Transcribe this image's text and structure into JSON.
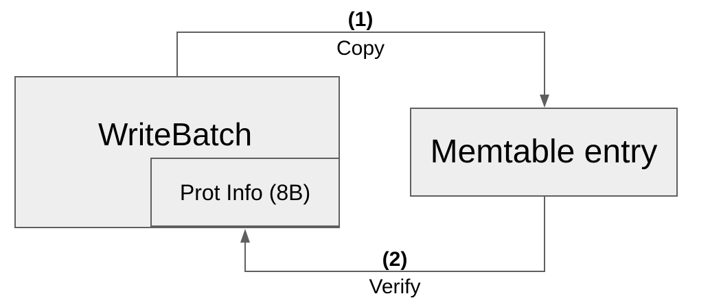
{
  "diagram": {
    "writebatch": {
      "label": "WriteBatch"
    },
    "prot_info": {
      "label": "Prot Info (8B)"
    },
    "memtable": {
      "label": "Memtable entry"
    },
    "copy_arrow": {
      "step": "(1)",
      "name": "Copy"
    },
    "verify_arrow": {
      "step": "(2)",
      "name": "Verify"
    },
    "colors": {
      "box_fill": "#eeeeee",
      "box_border": "#5f5f5f",
      "arrow": "#5f5f5f",
      "text": "#000000"
    }
  }
}
